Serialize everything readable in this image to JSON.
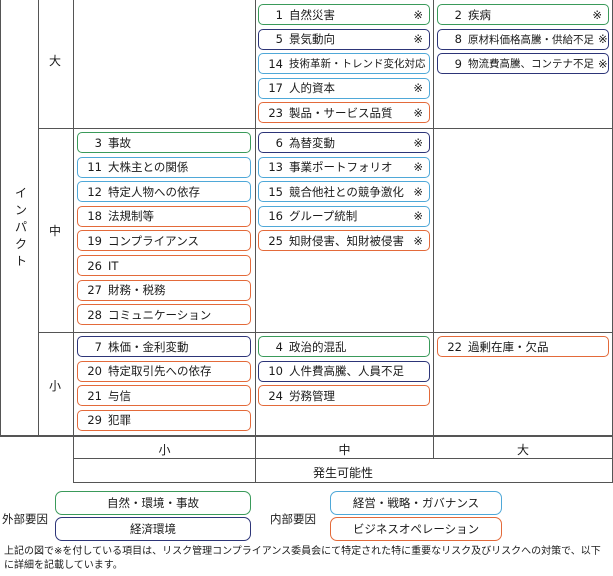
{
  "axes": {
    "y_title": "インパクト",
    "y_levels": [
      "大",
      "中",
      "小"
    ],
    "x_title": "発生可能性",
    "x_levels": [
      "小",
      "中",
      "大"
    ]
  },
  "categories": {
    "green": {
      "color": "#3a9a5a",
      "label": "自然・環境・事故"
    },
    "navy": {
      "color": "#2d3578",
      "label": "経済環境"
    },
    "blue": {
      "color": "#4fa8d8",
      "label": "経営・戦略・ガバナンス"
    },
    "orange": {
      "color": "#e36a3a",
      "label": "ビジネスオペレーション"
    }
  },
  "legend": {
    "external_label": "外部要因",
    "internal_label": "内部要因"
  },
  "items": [
    {
      "num": "1",
      "text": "自然災害",
      "mark": "※",
      "cat": "green",
      "impact": "大",
      "likelihood": "中"
    },
    {
      "num": "5",
      "text": "景気動向",
      "mark": "※",
      "cat": "navy",
      "impact": "大",
      "likelihood": "中"
    },
    {
      "num": "14",
      "text": "技術革新・トレンド変化対応",
      "mark": "※",
      "cat": "blue",
      "impact": "大",
      "likelihood": "中"
    },
    {
      "num": "17",
      "text": "人的資本",
      "mark": "※",
      "cat": "blue",
      "impact": "大",
      "likelihood": "中"
    },
    {
      "num": "23",
      "text": "製品・サービス品質",
      "mark": "※",
      "cat": "orange",
      "impact": "大",
      "likelihood": "中"
    },
    {
      "num": "2",
      "text": "疾病",
      "mark": "※",
      "cat": "green",
      "impact": "大",
      "likelihood": "大"
    },
    {
      "num": "8",
      "text": "原材料価格高騰・供給不足",
      "mark": "※",
      "cat": "navy",
      "impact": "大",
      "likelihood": "大"
    },
    {
      "num": "9",
      "text": "物流費高騰、コンテナ不足",
      "mark": "※",
      "cat": "navy",
      "impact": "大",
      "likelihood": "大"
    },
    {
      "num": "3",
      "text": "事故",
      "mark": "",
      "cat": "green",
      "impact": "中",
      "likelihood": "小"
    },
    {
      "num": "11",
      "text": "大株主との関係",
      "mark": "",
      "cat": "blue",
      "impact": "中",
      "likelihood": "小"
    },
    {
      "num": "12",
      "text": "特定人物への依存",
      "mark": "",
      "cat": "blue",
      "impact": "中",
      "likelihood": "小"
    },
    {
      "num": "18",
      "text": "法規制等",
      "mark": "",
      "cat": "orange",
      "impact": "中",
      "likelihood": "小"
    },
    {
      "num": "19",
      "text": "コンプライアンス",
      "mark": "",
      "cat": "orange",
      "impact": "中",
      "likelihood": "小"
    },
    {
      "num": "26",
      "text": "IT",
      "mark": "",
      "cat": "orange",
      "impact": "中",
      "likelihood": "小"
    },
    {
      "num": "27",
      "text": "財務・税務",
      "mark": "",
      "cat": "orange",
      "impact": "中",
      "likelihood": "小"
    },
    {
      "num": "28",
      "text": "コミュニケーション",
      "mark": "",
      "cat": "orange",
      "impact": "中",
      "likelihood": "小"
    },
    {
      "num": "6",
      "text": "為替変動",
      "mark": "※",
      "cat": "navy",
      "impact": "中",
      "likelihood": "中"
    },
    {
      "num": "13",
      "text": "事業ポートフォリオ",
      "mark": "※",
      "cat": "blue",
      "impact": "中",
      "likelihood": "中"
    },
    {
      "num": "15",
      "text": "競合他社との競争激化",
      "mark": "※",
      "cat": "blue",
      "impact": "中",
      "likelihood": "中"
    },
    {
      "num": "16",
      "text": "グループ統制",
      "mark": "※",
      "cat": "blue",
      "impact": "中",
      "likelihood": "中"
    },
    {
      "num": "25",
      "text": "知財侵害、知財被侵害",
      "mark": "※",
      "cat": "orange",
      "impact": "中",
      "likelihood": "中"
    },
    {
      "num": "7",
      "text": "株価・金利変動",
      "mark": "",
      "cat": "navy",
      "impact": "小",
      "likelihood": "小"
    },
    {
      "num": "20",
      "text": "特定取引先への依存",
      "mark": "",
      "cat": "orange",
      "impact": "小",
      "likelihood": "小"
    },
    {
      "num": "21",
      "text": "与信",
      "mark": "",
      "cat": "orange",
      "impact": "小",
      "likelihood": "小"
    },
    {
      "num": "29",
      "text": "犯罪",
      "mark": "",
      "cat": "orange",
      "impact": "小",
      "likelihood": "小"
    },
    {
      "num": "4",
      "text": "政治的混乱",
      "mark": "",
      "cat": "green",
      "impact": "小",
      "likelihood": "中"
    },
    {
      "num": "10",
      "text": "人件費高騰、人員不足",
      "mark": "",
      "cat": "navy",
      "impact": "小",
      "likelihood": "中"
    },
    {
      "num": "24",
      "text": "労務管理",
      "mark": "",
      "cat": "orange",
      "impact": "小",
      "likelihood": "中"
    },
    {
      "num": "22",
      "text": "過剰在庫・欠品",
      "mark": "",
      "cat": "orange",
      "impact": "小",
      "likelihood": "大"
    }
  ],
  "footnote": "上記の図で※を付している項目は、リスク管理コンプライアンス委員会にて特定された特に重要なリスク及びリスクへの対策で、以下に詳細を記載しています。"
}
